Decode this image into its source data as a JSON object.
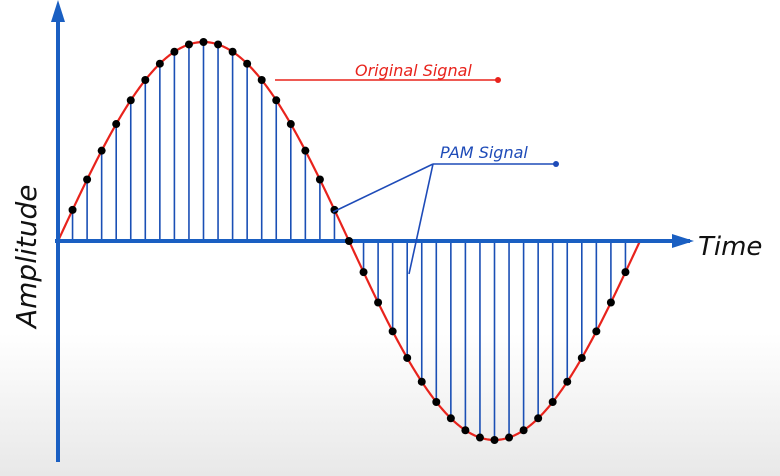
{
  "diagram": {
    "labels": {
      "y_axis": "Amplitude",
      "x_axis": "Time",
      "original_signal": "Original Signal",
      "pam_signal": "PAM Signal"
    },
    "colors": {
      "axis": "#1a5fc2",
      "signal": "#e8231c",
      "pulse": "#1a4fb5",
      "sample": "#000000",
      "callout_pam": "#1e4bb8",
      "callout_original": "#e8231c"
    },
    "signal": {
      "shape": "sine",
      "cycles": 1
    },
    "samples": {
      "count": 39
    }
  }
}
